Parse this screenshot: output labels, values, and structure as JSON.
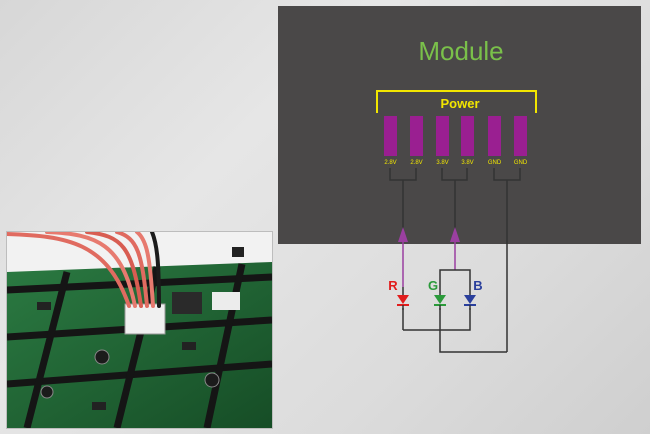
{
  "module": {
    "title": "Module",
    "power_label": "Power",
    "pins": [
      "2.8V",
      "2.8V",
      "3.8V",
      "3.8V",
      "GND",
      "GND"
    ],
    "background_color": "#4a4848",
    "title_color": "#7ac04a",
    "power_color": "#f2e600",
    "pin_color": "#9a1f91"
  },
  "leds": [
    {
      "label": "R",
      "color": "#e11d1d"
    },
    {
      "label": "G",
      "color": "#2a9a3a"
    },
    {
      "label": "B",
      "color": "#2a3f9c"
    }
  ],
  "wiring": {
    "wire_color": "#333333",
    "arrow_color": "#9a3fa0"
  },
  "photo": {
    "subject": "LED panel PCB with red ribbon power connector",
    "board_color": "#1e6a33",
    "grid_color": "#1a1a1a",
    "cable_color": "#e06b60"
  }
}
